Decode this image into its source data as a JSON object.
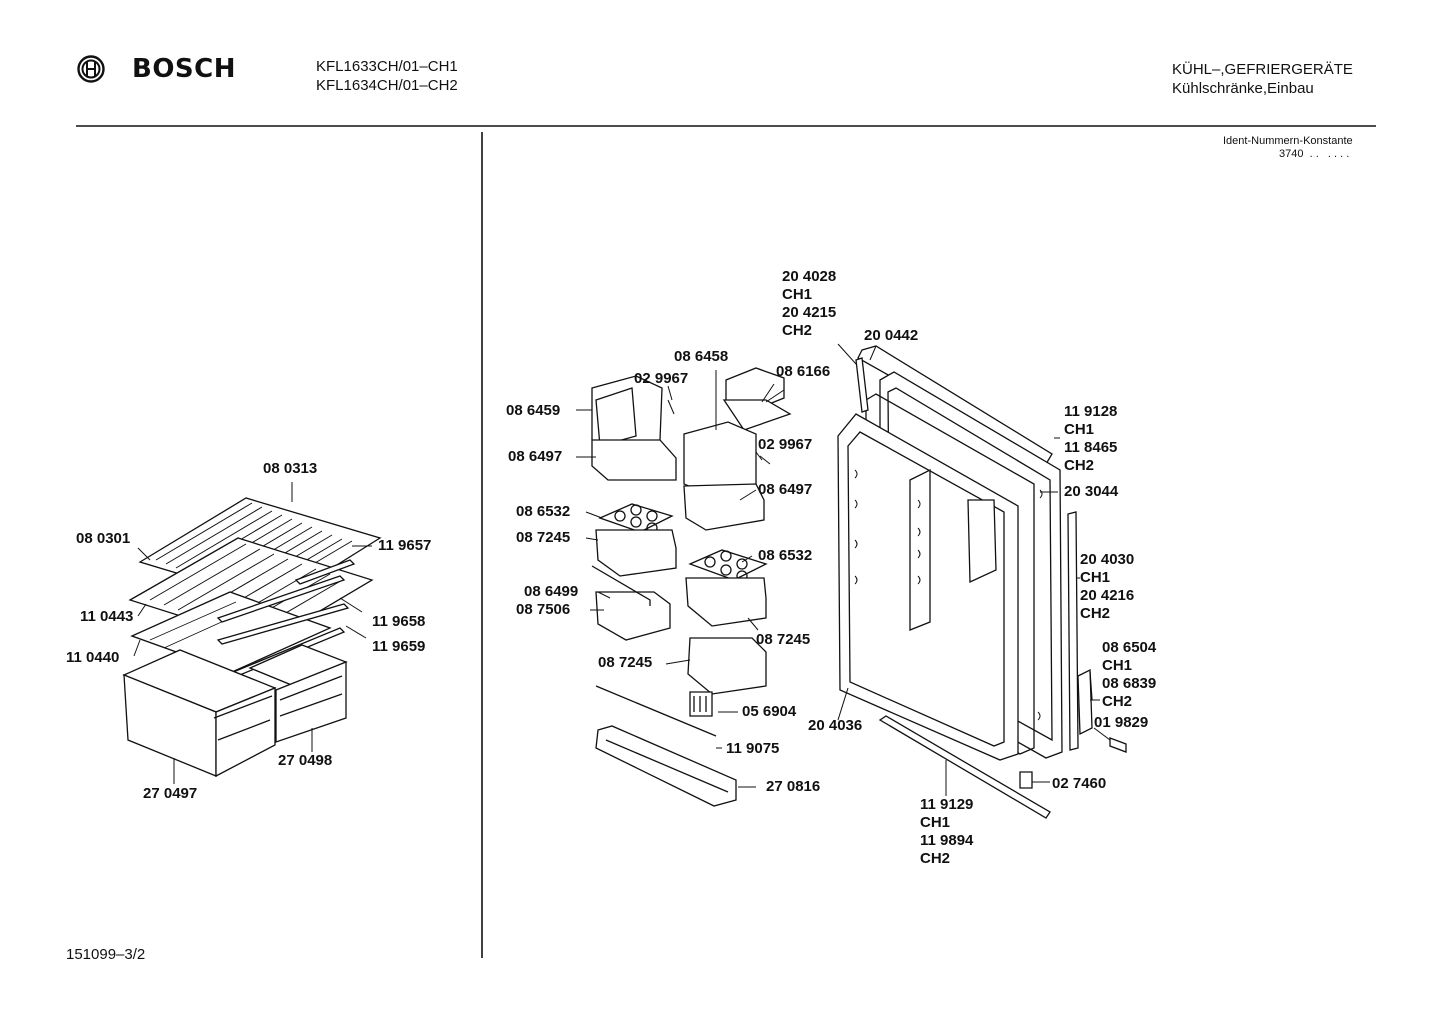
{
  "header": {
    "brand": "BOSCH",
    "models": [
      "KFL1633CH/01–CH1",
      "KFL1634CH/01–CH2"
    ],
    "category": [
      "KÜHL–,GEFRIERGERÄTE",
      "Kühlschränke,Einbau"
    ],
    "ident_label": "Ident-Nummern-Konstante",
    "ident_value": "3740  . .   . . . ."
  },
  "footer": {
    "doc_number": "151099–3/2"
  },
  "icons": {
    "logo": "bosch-armature-logo"
  },
  "parts": [
    {
      "text": "08 0313"
    },
    {
      "text": "08 0301"
    },
    {
      "text": "11 9657"
    },
    {
      "text": "11 0443"
    },
    {
      "text": "11 9658"
    },
    {
      "text": "11 0440"
    },
    {
      "text": "11 9659"
    },
    {
      "text": "27 0498"
    },
    {
      "text": "27 0497"
    },
    {
      "text": "20 4028"
    },
    {
      "text": "CH1"
    },
    {
      "text": "20 4215"
    },
    {
      "text": "CH2"
    },
    {
      "text": "20 0442"
    },
    {
      "text": "08 6458"
    },
    {
      "text": "08 6166"
    },
    {
      "text": "02 9967"
    },
    {
      "text": "08 6459"
    },
    {
      "text": "08 6497"
    },
    {
      "text": "02 9967"
    },
    {
      "text": "08 6497"
    },
    {
      "text": "08 6532"
    },
    {
      "text": "08 7245"
    },
    {
      "text": "08 6532"
    },
    {
      "text": "08 6499"
    },
    {
      "text": "08 7506"
    },
    {
      "text": "08 7245"
    },
    {
      "text": "08 7245"
    },
    {
      "text": "05 6904"
    },
    {
      "text": "11 9075"
    },
    {
      "text": "27 0816"
    },
    {
      "text": "20 4036"
    },
    {
      "text": "11 9128"
    },
    {
      "text": "CH1"
    },
    {
      "text": "11 8465"
    },
    {
      "text": "CH2"
    },
    {
      "text": "20 3044"
    },
    {
      "text": "20 4030"
    },
    {
      "text": "CH1"
    },
    {
      "text": "20 4216"
    },
    {
      "text": "CH2"
    },
    {
      "text": "08 6504"
    },
    {
      "text": "CH1"
    },
    {
      "text": "08 6839"
    },
    {
      "text": "CH2"
    },
    {
      "text": "01 9829"
    },
    {
      "text": "02 7460"
    },
    {
      "text": "11 9129"
    },
    {
      "text": "CH1"
    },
    {
      "text": "11 9894"
    },
    {
      "text": "CH2"
    }
  ]
}
